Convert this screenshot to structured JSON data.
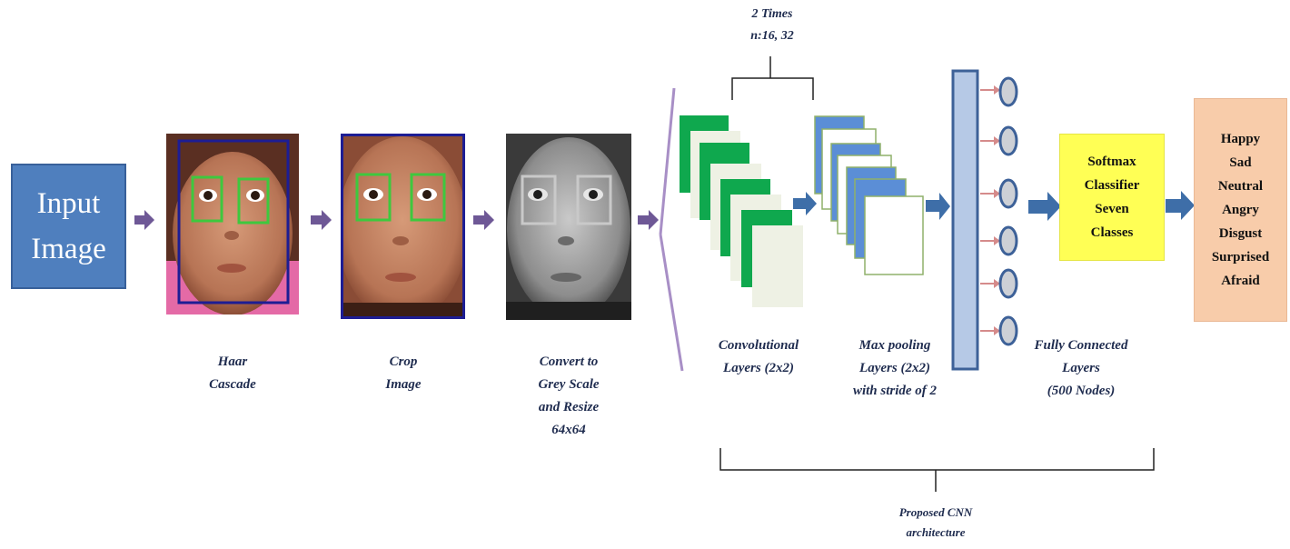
{
  "input_block": {
    "line1": "Input",
    "line2": "Image"
  },
  "captions": {
    "haar": [
      "Haar",
      "Cascade"
    ],
    "crop": [
      "Crop",
      "Image"
    ],
    "grey": [
      "Convert to",
      "Grey Scale",
      "and Resize",
      "64x64"
    ],
    "conv": [
      "Convolutional",
      "Layers (2x2)"
    ],
    "pool": [
      "Max pooling",
      "Layers (2x2)",
      "with stride of 2"
    ],
    "fc": [
      "Fully Connected",
      "Layers",
      "(500 Nodes)"
    ]
  },
  "repeat_note": [
    "2 Times",
    "n:16, 32"
  ],
  "softmax": [
    "Softmax",
    "Classifier",
    "Seven",
    "Classes"
  ],
  "emotions": [
    "Happy",
    "Sad",
    "Neutral",
    "Angry",
    "Disgust",
    "Surprised",
    "Afraid"
  ],
  "architecture_label": [
    "Proposed CNN",
    "architecture"
  ],
  "colors": {
    "input_fill": "#4f7fbe",
    "arrow_small": "#6e5896",
    "arrow_big": "#3e6ea8",
    "conv_green": "#0fa84e",
    "conv_light": "#eef1e4",
    "pool_blue": "#5b8ed6",
    "pool_border": "#8fb16a",
    "fc_bar": "#b6c9e6",
    "node_fill": "#cdd0d6",
    "node_border": "#3d6198",
    "pink_arrow": "#d58b8b",
    "softmax_fill": "#ffff55",
    "emotion_fill": "#f8ccaa",
    "face_box_outer": "#1d1d94",
    "face_box_eye": "#3ec83e"
  }
}
